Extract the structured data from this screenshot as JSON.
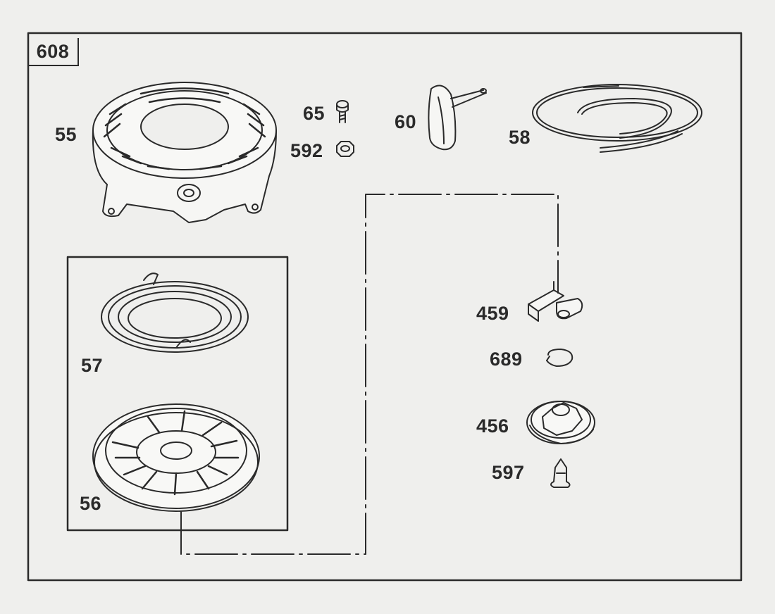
{
  "diagram": {
    "reference": "608",
    "parts": {
      "p55": "55",
      "p65": "65",
      "p592": "592",
      "p60": "60",
      "p58": "58",
      "p57": "57",
      "p56": "56",
      "p459": "459",
      "p689": "689",
      "p456": "456",
      "p597": "597"
    }
  },
  "colors": {
    "ink": "#2a2a2a",
    "paper": "#efefed"
  }
}
